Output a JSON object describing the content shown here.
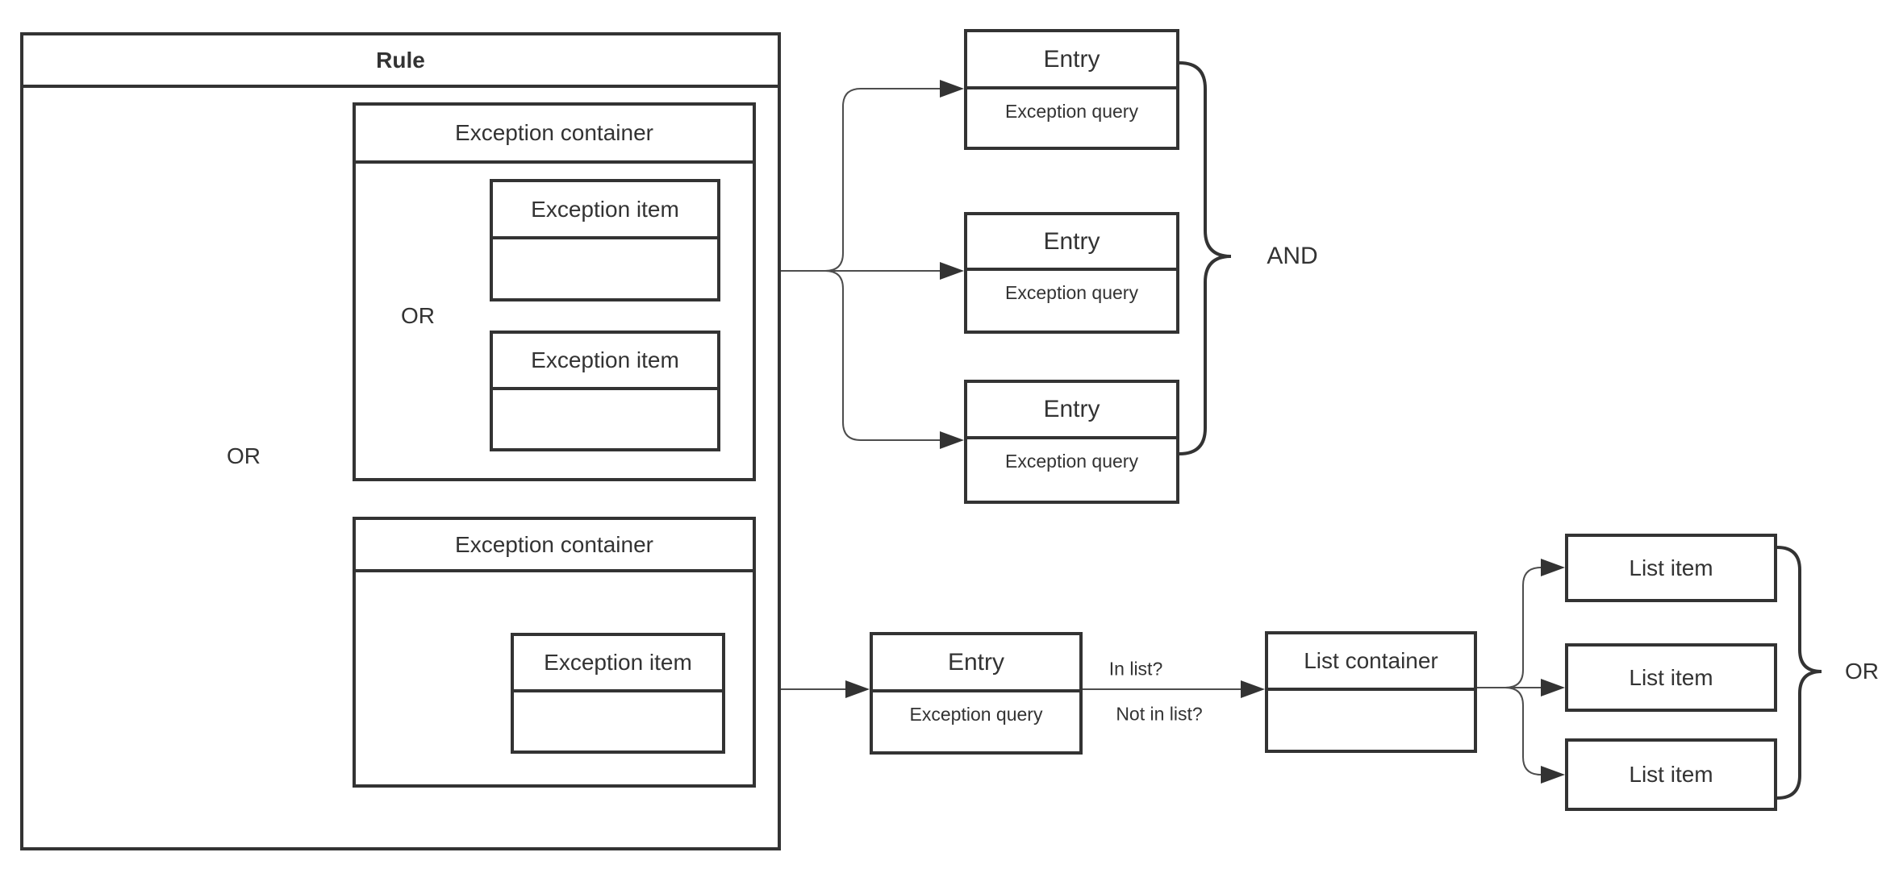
{
  "colors": {
    "background": "#ffffff",
    "box_stroke": "#333333",
    "connector_stroke": "#4d4d4d",
    "text": "#333333"
  },
  "rule": {
    "title": "Rule",
    "operator": "OR"
  },
  "exception_containers": [
    {
      "label": "Exception container",
      "operator": "OR",
      "items": [
        {
          "label": "Exception item"
        },
        {
          "label": "Exception item"
        }
      ]
    },
    {
      "label": "Exception container",
      "items": [
        {
          "label": "Exception item"
        }
      ]
    }
  ],
  "entry_group": {
    "operator": "AND",
    "entries": [
      {
        "title": "Entry",
        "query_label": "Exception query"
      },
      {
        "title": "Entry",
        "query_label": "Exception query"
      },
      {
        "title": "Entry",
        "query_label": "Exception query"
      }
    ]
  },
  "lookup_entry": {
    "title": "Entry",
    "query_label": "Exception query"
  },
  "edge_labels": {
    "in_list": "In list?",
    "not_in_list": "Not in list?"
  },
  "list_group": {
    "container_label": "List container",
    "operator": "OR",
    "items": [
      {
        "label": "List item"
      },
      {
        "label": "List item"
      },
      {
        "label": "List item"
      }
    ]
  }
}
